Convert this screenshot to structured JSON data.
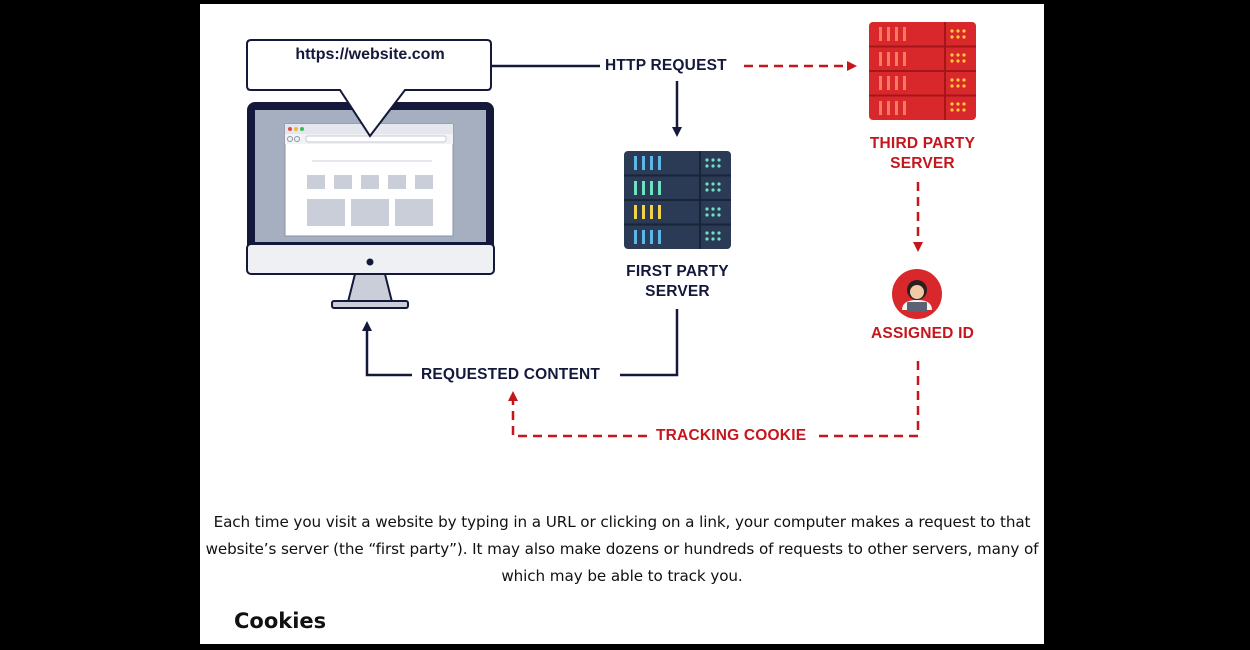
{
  "diagram": {
    "url_bubble": "https://website.com",
    "http_request": "HTTP REQUEST",
    "first_party_server": [
      "FIRST PARTY",
      "SERVER"
    ],
    "third_party_server": [
      "THIRD PARTY",
      "SERVER"
    ],
    "assigned_id": "ASSIGNED ID",
    "requested_content": "REQUESTED CONTENT",
    "tracking_cookie": "TRACKING COOKIE"
  },
  "colors": {
    "navy": "#14183a",
    "red": "#c4161c",
    "server_blue": "#2b3a55",
    "server_red": "#d9282b"
  },
  "article": {
    "caption": "Each time you visit a website by typing in a URL or clicking on a link, your computer makes a request to that website’s server (the “first party”). It may also make dozens or hundreds of requests to other servers, many of which may be able to track you.",
    "heading": "Cookies"
  }
}
